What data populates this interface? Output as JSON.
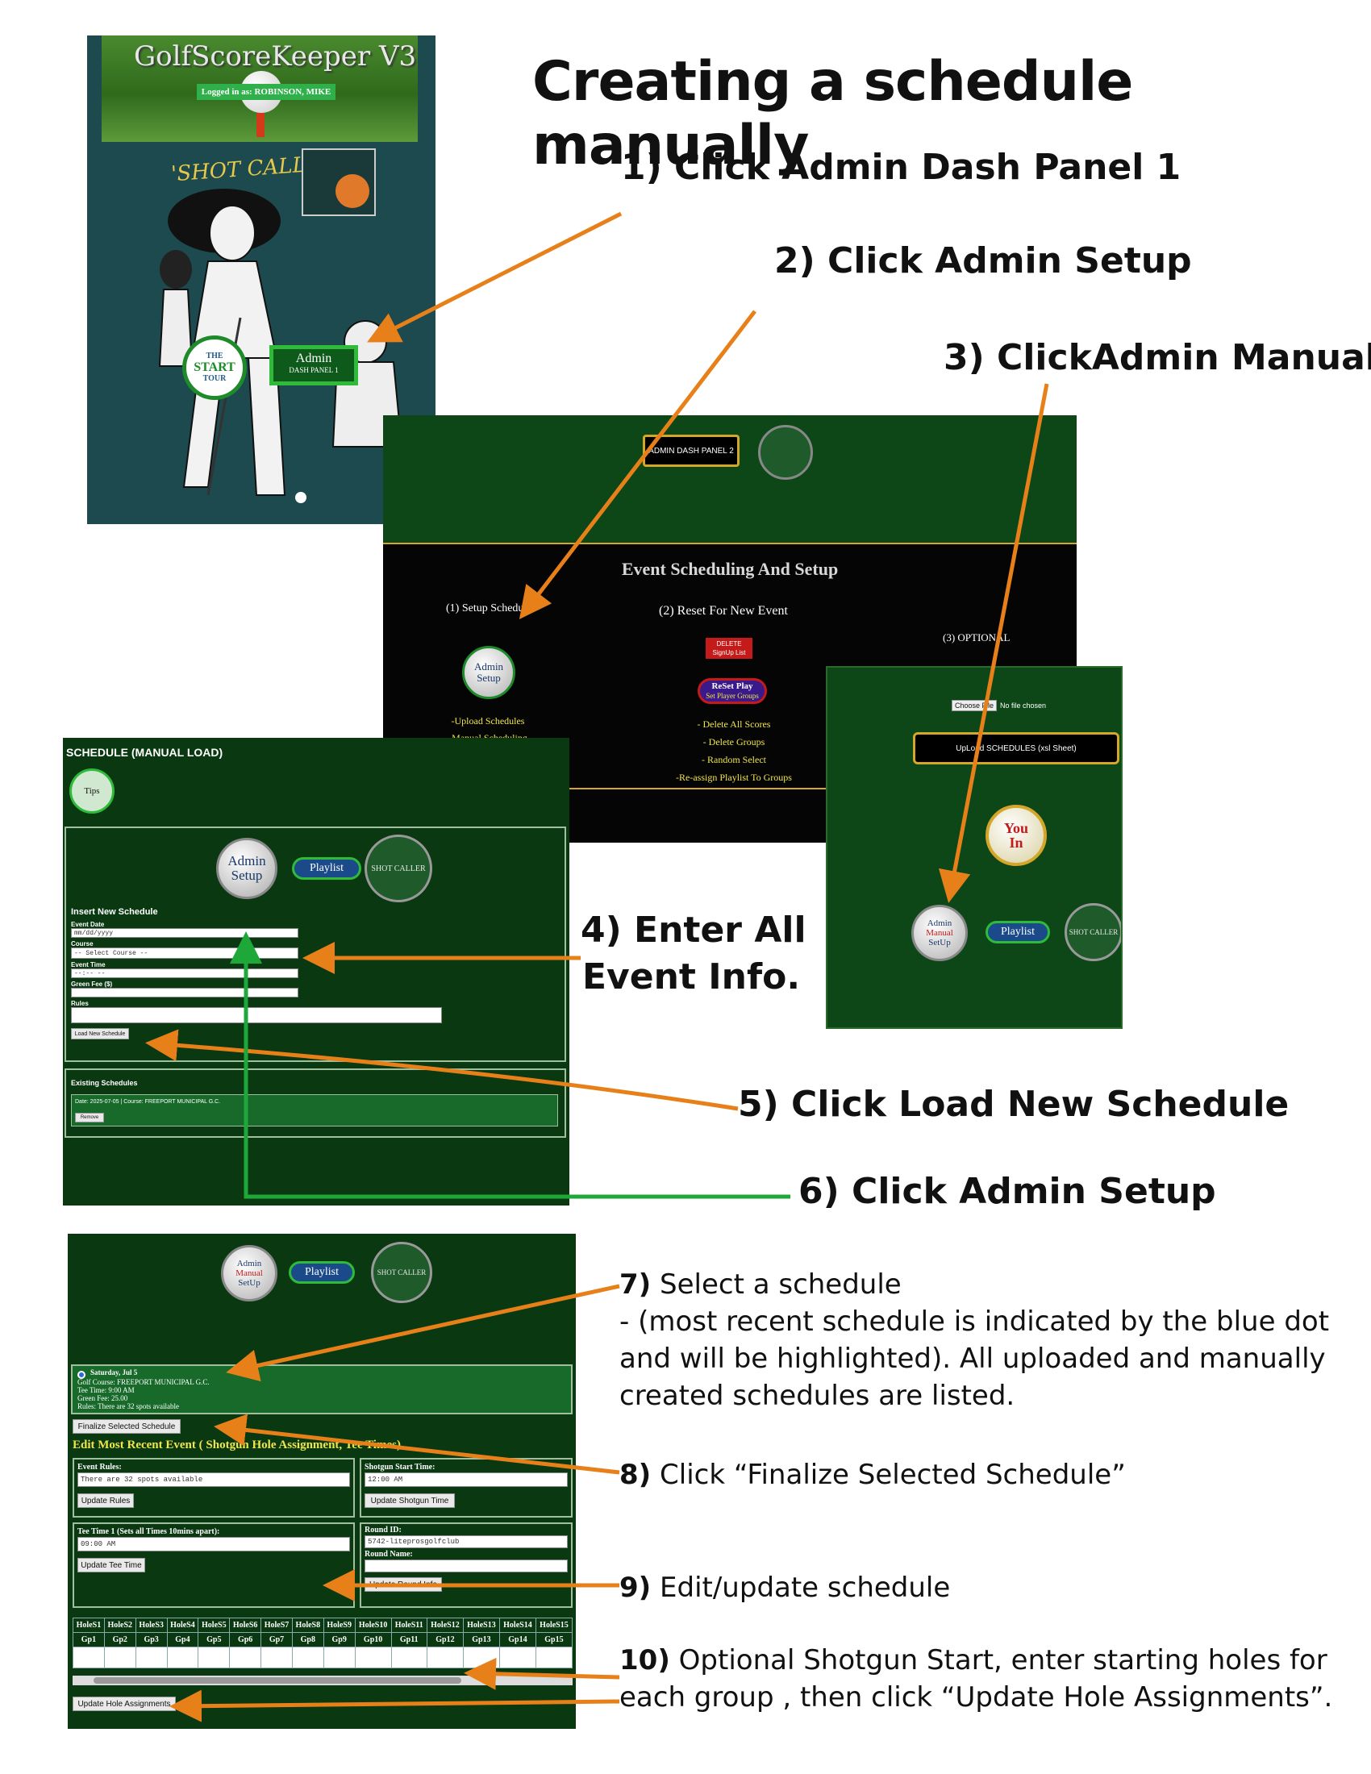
{
  "title": "Creating a schedule manually",
  "steps": {
    "s1": "1) Click Admin Dash Panel 1",
    "s2": "2) Click Admin Setup",
    "s3": "3) ClickAdmin Manual",
    "s4_line1": "4) Enter All",
    "s4_line2": "Event Info.",
    "s5": "5) Click Load New Schedule",
    "s6": "6) Click Admin Setup",
    "s7_num": "7)",
    "s7_head": " Select a schedule",
    "s7_l1": "- (most recent schedule is indicated by the blue dot",
    "s7_l2": "and will be highlighted). All uploaded and manually",
    "s7_l3": "created schedules are listed.",
    "s8_num": "8)",
    "s8_text": " Click “Finalize Selected Schedule”",
    "s9_num": "9)",
    "s9_text": " Edit/update schedule",
    "s10_num": "10)",
    "s10_l1": " Optional Shotgun Start, enter starting holes for",
    "s10_l2": "each group , then click “Update Hole Assignments”."
  },
  "shot1": {
    "app_name": "GolfScoreKeeper V3",
    "logged_in": "Logged in as: ROBINSON, MIKE",
    "shot_caller": "'SHOT CALLER'",
    "start_tour_1": "THE",
    "start_tour_2": "START",
    "start_tour_3": "TOUR",
    "admin_btn_1": "Admin",
    "admin_btn_2": "DASH PANEL 1"
  },
  "shot2": {
    "dash2": "ADMIN DASH PANEL 2",
    "header": "Event Scheduling And Setup",
    "col1": "(1) Setup Schedules",
    "col2": "(2) Reset For New Event",
    "col3": "(3) OPTIONAL",
    "admin_setup_1": "Admin",
    "admin_setup_2": "Setup",
    "links1": [
      "-Upload Schedules",
      "-Manual Scheduling"
    ],
    "delete_btn_1": "DELETE",
    "delete_btn_2": "SignUp List",
    "reset_play_1": "ReSet Play",
    "reset_play_2": "Set Player Groups",
    "links2": [
      "- Delete All Scores",
      "- Delete Groups",
      "- Random Select",
      "-Re-assign Playlist To Groups"
    ]
  },
  "shot3": {
    "choose_file": "Choose File",
    "no_file": "No file chosen",
    "upload_btn": "UpLoad SCHEDULES (xsl Sheet)",
    "you_in_1": "You",
    "you_in_2": "In",
    "admin_manual_1": "Admin",
    "admin_manual_2": "Manual",
    "admin_manual_3": "SetUp",
    "playlist": "Playlist",
    "shot_caller": "SHOT CALLER"
  },
  "shot4": {
    "heading": "SCHEDULE (MANUAL LOAD)",
    "tips": "Tips",
    "admin_1": "Admin",
    "admin_2": "Setup",
    "playlist": "Playlist",
    "shot_caller": "SHOT CALLER",
    "insert_heading": "Insert New Schedule",
    "event_date_label": "Event Date",
    "event_date_value": "mm/dd/yyyy",
    "course_label": "Course",
    "course_value": "-- Select Course --",
    "event_time_label": "Event Time",
    "event_time_value": "--:-- --",
    "green_fee_label": "Green Fee ($)",
    "rules_label": "Rules",
    "load_btn": "Load New Schedule",
    "existing_heading": "Existing Schedules",
    "existing_row": "Date: 2025-07-05 | Course: FREEPORT MUNICIPAL G.C.",
    "remove_btn": "Remove"
  },
  "shot5": {
    "admin_1": "Admin",
    "admin_2": "Manual",
    "admin_3": "SetUp",
    "playlist": "Playlist",
    "shot_caller": "SHOT CALLER",
    "sched_date": "Saturday, Jul 5",
    "sched_course": "Golf Course: FREEPORT MUNICIPAL G.C.",
    "sched_tee": "Tee Time: 9:00 AM",
    "sched_fee": "Green Fee: 25.00",
    "sched_rules": "Rules: There are 32 spots available",
    "finalize_btn": "Finalize Selected Schedule",
    "edit_heading": "Edit Most Recent Event ( Shotgun Hole Assignment, Tee Times)",
    "event_rules_label": "Event Rules:",
    "event_rules_value": "There are 32 spots available",
    "update_rules_btn": "Update Rules",
    "shotgun_label": "Shotgun Start Time:",
    "shotgun_value": "12:00 AM",
    "update_shotgun_btn": "Update Shotgun Time",
    "tee_label": "Tee Time 1 (Sets all Times 10mins apart):",
    "tee_value": "09:00 AM",
    "update_tee_btn": "Update Tee Time",
    "round_id_label": "Round ID:",
    "round_id_value": "5742-liteprosgolfclub",
    "round_name_label": "Round Name:",
    "update_round_btn": "Update Round Info",
    "holes": [
      "HoleS1",
      "HoleS2",
      "HoleS3",
      "HoleS4",
      "HoleS5",
      "HoleS6",
      "HoleS7",
      "HoleS8",
      "HoleS9",
      "HoleS10",
      "HoleS11",
      "HoleS12",
      "HoleS13",
      "HoleS14",
      "HoleS15"
    ],
    "groups": [
      "Gp1",
      "Gp2",
      "Gp3",
      "Gp4",
      "Gp5",
      "Gp6",
      "Gp7",
      "Gp8",
      "Gp9",
      "Gp10",
      "Gp11",
      "Gp12",
      "Gp13",
      "Gp14",
      "Gp15"
    ],
    "update_holes_btn": "Update Hole Assignments"
  },
  "colors": {
    "arrow_orange": "#e8801a",
    "arrow_green": "#1fa83a",
    "panel_green": "#0d4717",
    "gold_border": "#d4a62a"
  }
}
